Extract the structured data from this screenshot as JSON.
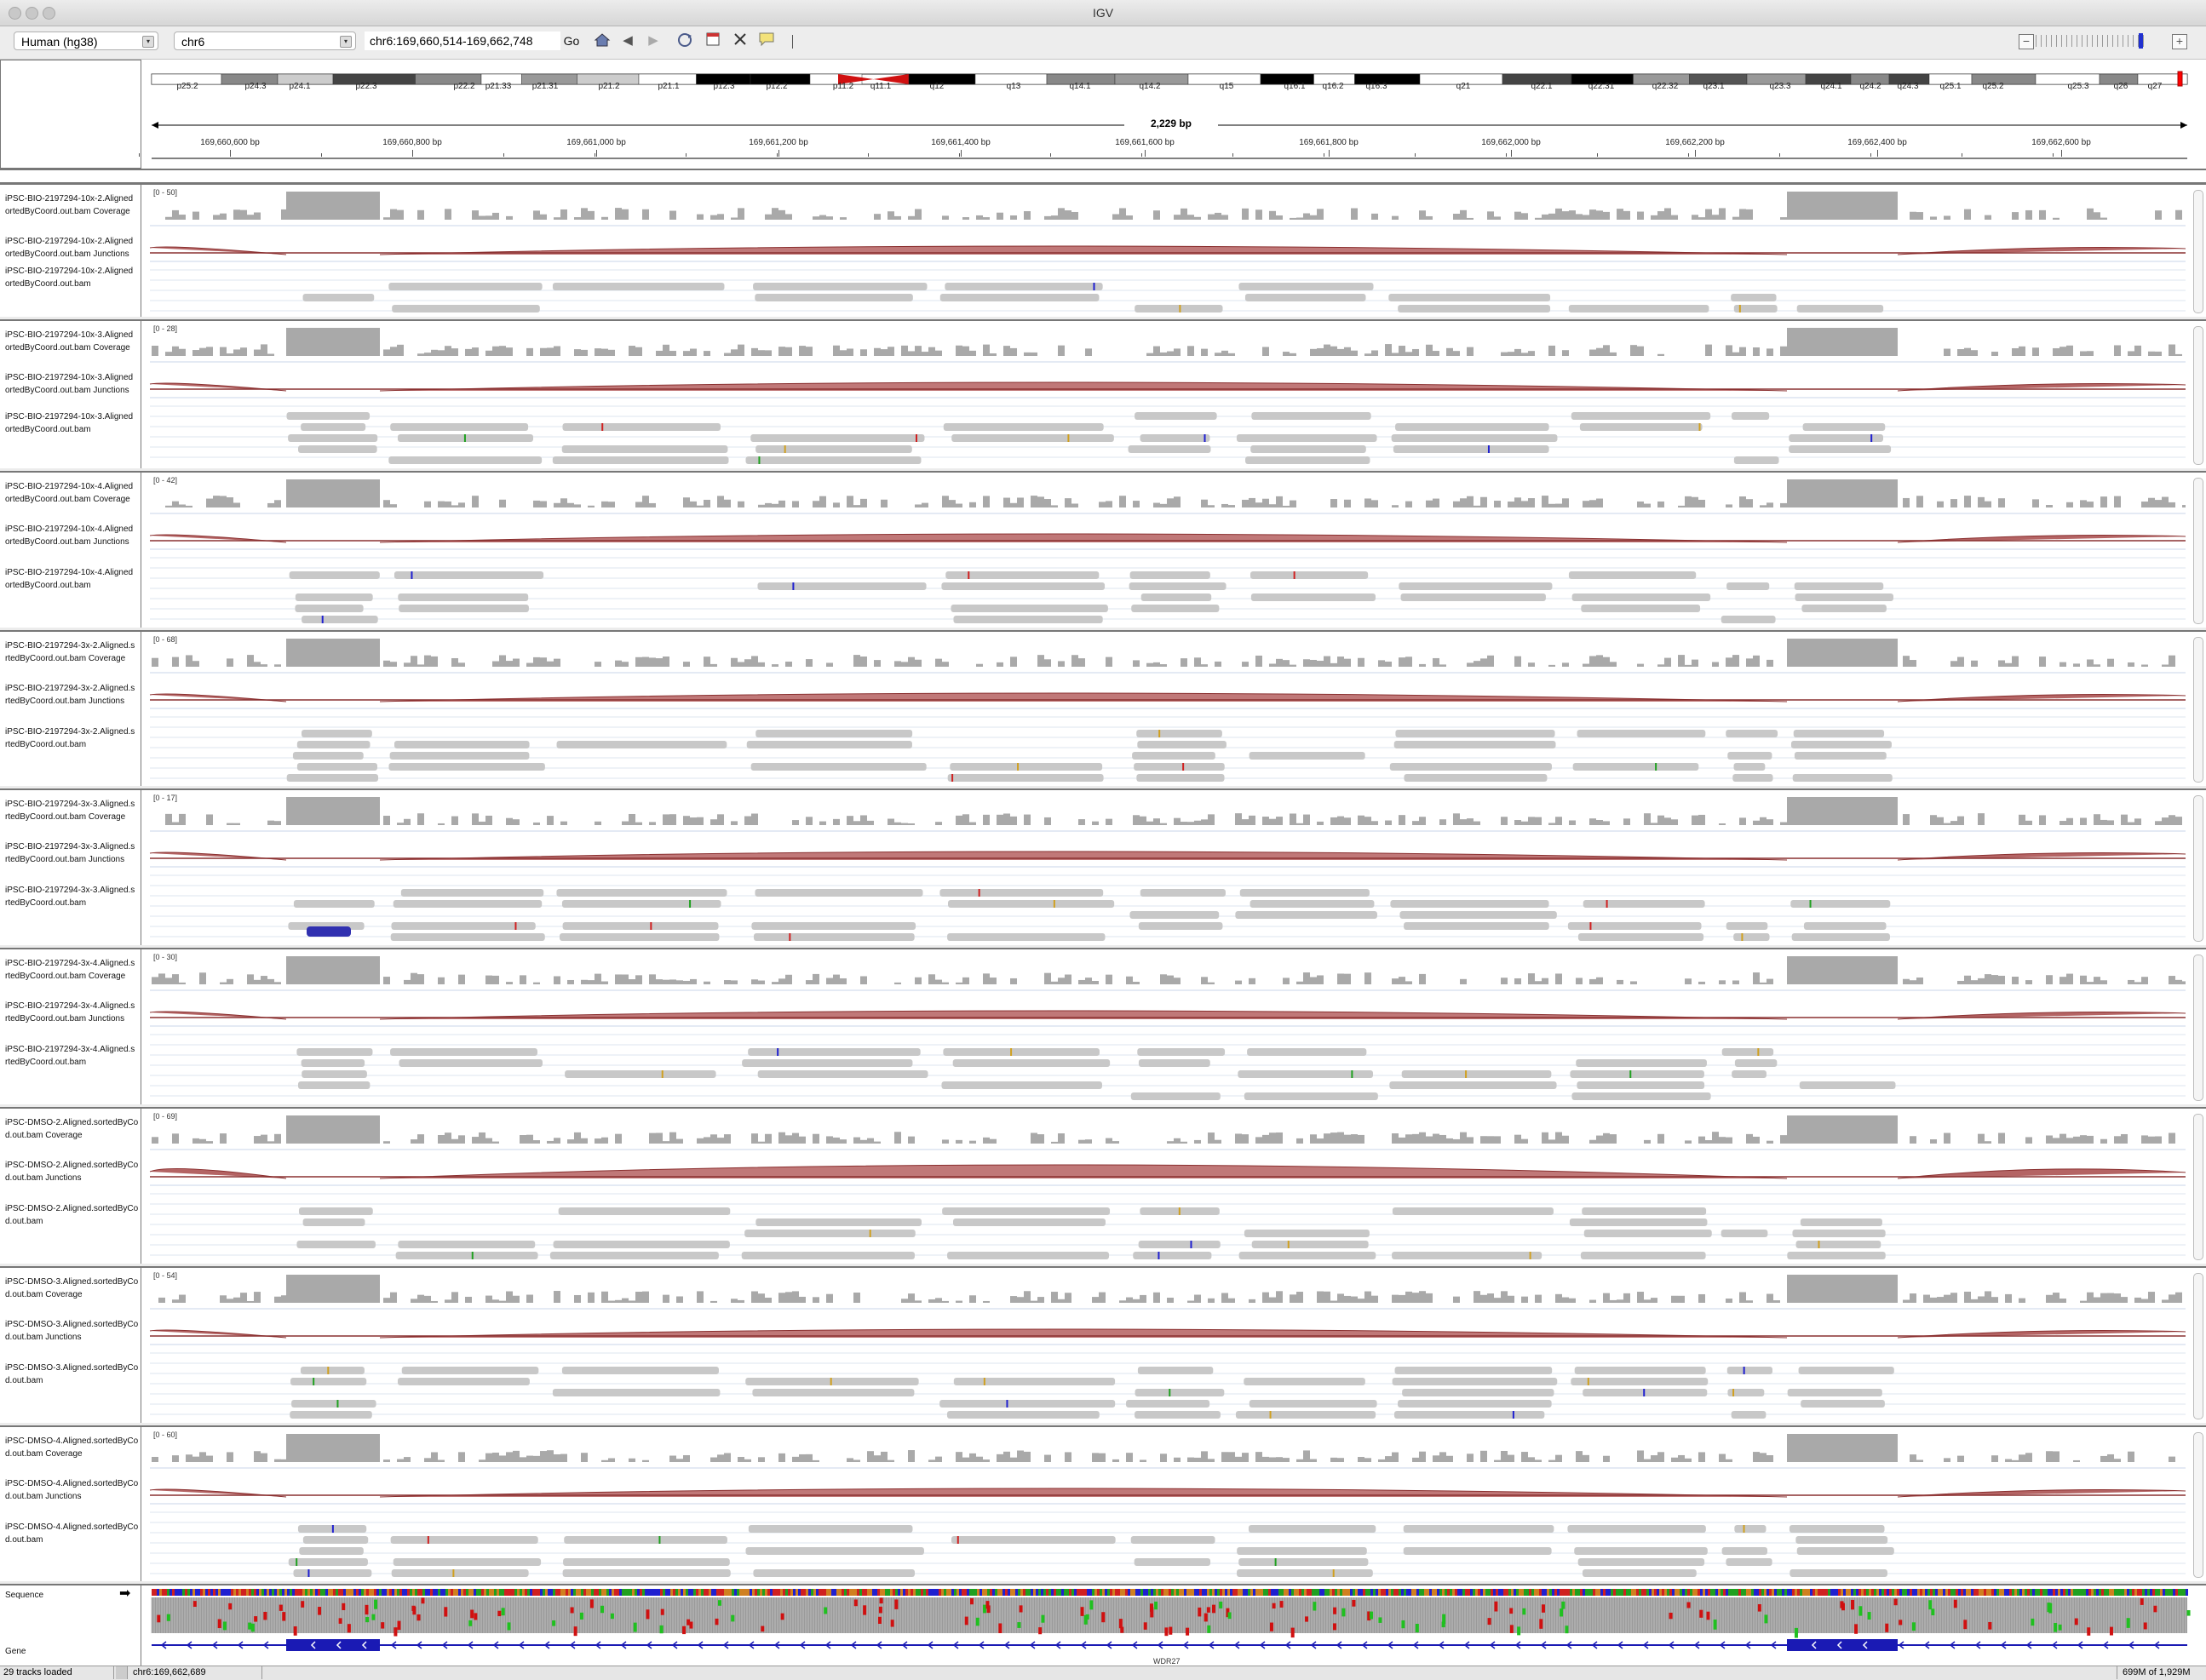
{
  "window": {
    "title": "IGV"
  },
  "toolbar": {
    "genome": "Human (hg38)",
    "chromosome": "chr6",
    "locus": "chr6:169,660,514-169,662,748",
    "go_label": "Go"
  },
  "ideogram": {
    "bands": [
      "p25.2",
      "p24.3",
      "p24.1",
      "p22.3",
      "p22.2",
      "p21.33",
      "p21.31",
      "p21.2",
      "p21.1",
      "p12.3",
      "p12.2",
      "p11.2",
      "q11.1",
      "q12",
      "q13",
      "q14.1",
      "q14.2",
      "q15",
      "q16.1",
      "q16.2",
      "q16.3",
      "q21",
      "q22.1",
      "q22.31",
      "q22.32",
      "q23.1",
      "q23.3",
      "q24.1",
      "q24.2",
      "q24.3",
      "q25.1",
      "q25.2",
      "q25.3",
      "q26",
      "q27"
    ]
  },
  "ruler": {
    "width_label": "2,229 bp",
    "ticks": [
      "169,660,600 bp",
      "169,660,800 bp",
      "169,661,000 bp",
      "169,661,200 bp",
      "169,661,400 bp",
      "169,661,600 bp",
      "169,661,800 bp",
      "169,662,000 bp",
      "169,662,200 bp",
      "169,662,400 bp",
      "169,662,600 bp"
    ]
  },
  "panels": [
    {
      "range": "[0 - 50]",
      "coverage": [
        "iPSC-BIO-2197294-10x-2.Aligned",
        "ortedByCoord.out.bam Coverage"
      ],
      "junctions": [
        "iPSC-BIO-2197294-10x-2.Aligned",
        "ortedByCoord.out.bam Junctions"
      ],
      "bam": [
        "iPSC-BIO-2197294-10x-2.Aligned",
        "ortedByCoord.out.bam"
      ]
    },
    {
      "range": "[0 - 28]",
      "coverage": [
        "iPSC-BIO-2197294-10x-3.Aligned",
        "ortedByCoord.out.bam Coverage"
      ],
      "junctions": [
        "iPSC-BIO-2197294-10x-3.Aligned",
        "ortedByCoord.out.bam Junctions"
      ],
      "bam": [
        "iPSC-BIO-2197294-10x-3.Aligned",
        "ortedByCoord.out.bam"
      ]
    },
    {
      "range": "[0 - 42]",
      "coverage": [
        "iPSC-BIO-2197294-10x-4.Aligned",
        "ortedByCoord.out.bam Coverage"
      ],
      "junctions": [
        "iPSC-BIO-2197294-10x-4.Aligned",
        "ortedByCoord.out.bam Junctions"
      ],
      "bam": [
        "iPSC-BIO-2197294-10x-4.Aligned",
        "ortedByCoord.out.bam"
      ]
    },
    {
      "range": "[0 - 68]",
      "coverage": [
        "iPSC-BIO-2197294-3x-2.Aligned.s",
        "rtedByCoord.out.bam Coverage"
      ],
      "junctions": [
        "iPSC-BIO-2197294-3x-2.Aligned.s",
        "rtedByCoord.out.bam Junctions"
      ],
      "bam": [
        "iPSC-BIO-2197294-3x-2.Aligned.s",
        "rtedByCoord.out.bam"
      ]
    },
    {
      "range": "[0 - 17]",
      "coverage": [
        "iPSC-BIO-2197294-3x-3.Aligned.s",
        "rtedByCoord.out.bam Coverage"
      ],
      "junctions": [
        "iPSC-BIO-2197294-3x-3.Aligned.s",
        "rtedByCoord.out.bam Junctions"
      ],
      "bam": [
        "iPSC-BIO-2197294-3x-3.Aligned.s",
        "rtedByCoord.out.bam"
      ]
    },
    {
      "range": "[0 - 30]",
      "coverage": [
        "iPSC-BIO-2197294-3x-4.Aligned.s",
        "rtedByCoord.out.bam Coverage"
      ],
      "junctions": [
        "iPSC-BIO-2197294-3x-4.Aligned.s",
        "rtedByCoord.out.bam Junctions"
      ],
      "bam": [
        "iPSC-BIO-2197294-3x-4.Aligned.s",
        "rtedByCoord.out.bam"
      ]
    },
    {
      "range": "[0 - 69]",
      "coverage": [
        "iPSC-DMSO-2.Aligned.sortedByCo",
        "d.out.bam Coverage"
      ],
      "junctions": [
        "iPSC-DMSO-2.Aligned.sortedByCo",
        "d.out.bam Junctions"
      ],
      "bam": [
        "iPSC-DMSO-2.Aligned.sortedByCo",
        "d.out.bam"
      ]
    },
    {
      "range": "[0 - 54]",
      "coverage": [
        "iPSC-DMSO-3.Aligned.sortedByCo",
        "d.out.bam Coverage"
      ],
      "junctions": [
        "iPSC-DMSO-3.Aligned.sortedByCo",
        "d.out.bam Junctions"
      ],
      "bam": [
        "iPSC-DMSO-3.Aligned.sortedByCo",
        "d.out.bam"
      ]
    },
    {
      "range": "[0 - 60]",
      "coverage": [
        "iPSC-DMSO-4.Aligned.sortedByCo",
        "d.out.bam Coverage"
      ],
      "junctions": [
        "iPSC-DMSO-4.Aligned.sortedByCo",
        "d.out.bam Junctions"
      ],
      "bam": [
        "iPSC-DMSO-4.Aligned.sortedByCo",
        "d.out.bam"
      ]
    }
  ],
  "bottom": {
    "sequence_label": "Sequence",
    "gene_label": "Gene",
    "gene_name": "WDR27"
  },
  "status": {
    "tracks": "29 tracks loaded",
    "position": "chr6:169,662,689",
    "memory": "699M of 1,929M"
  },
  "colors": {
    "coverage": "#a9a9a9",
    "junction": "#b46464",
    "read": "#c8c8c8",
    "gene": "#1a1ab4",
    "centromere": "#d01010"
  }
}
